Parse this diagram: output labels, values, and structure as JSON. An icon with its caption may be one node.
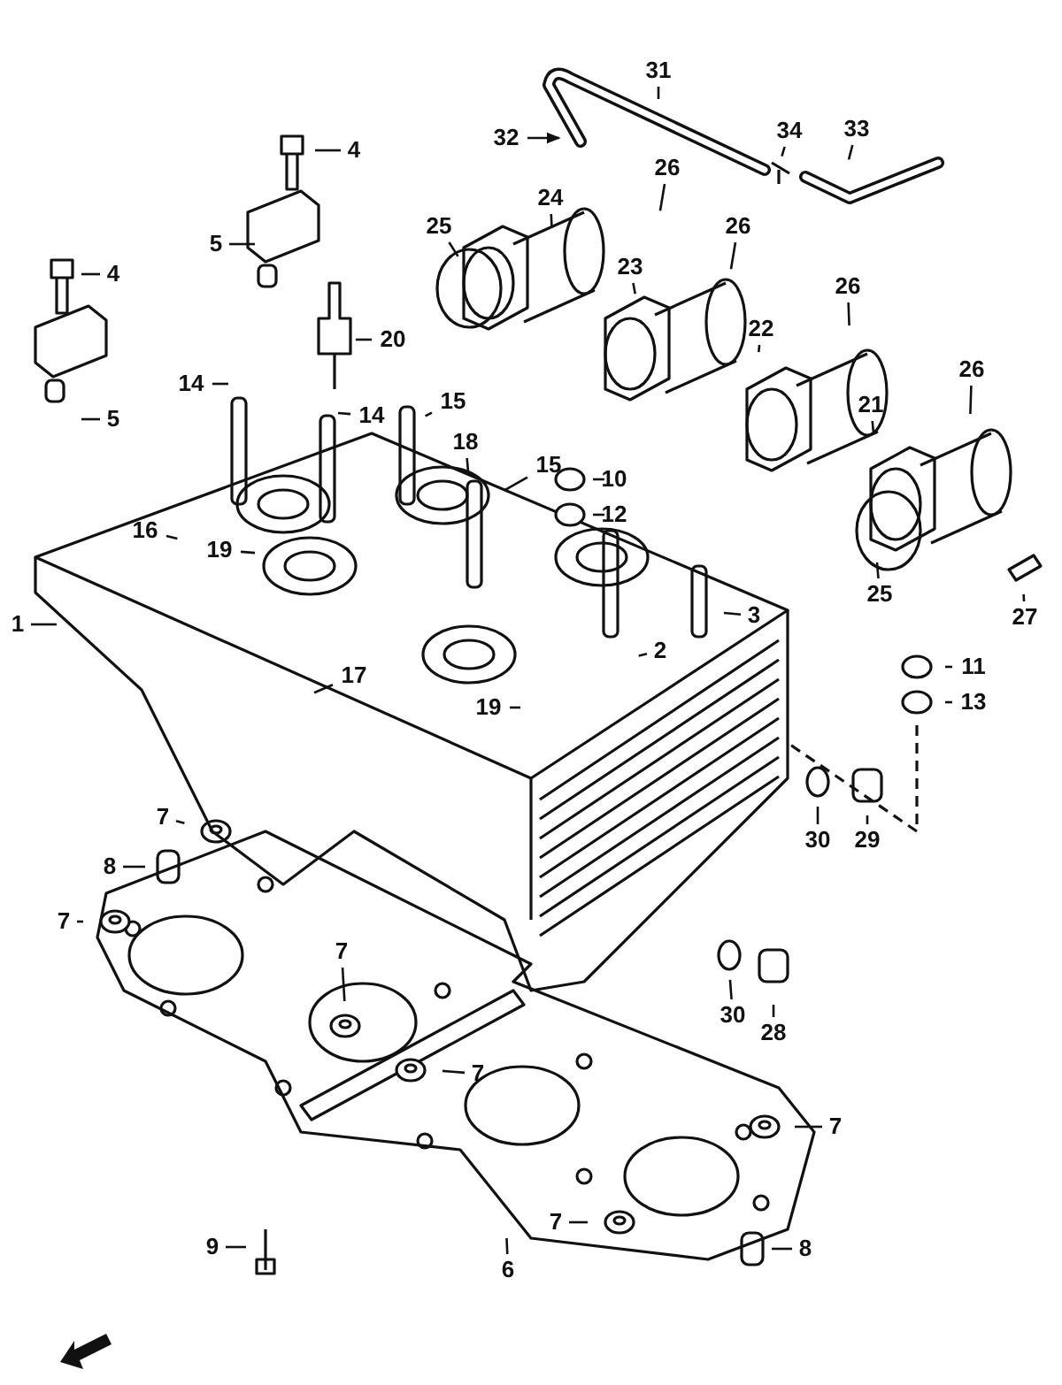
{
  "diagram": {
    "nodes": [
      {
        "text": [
          "31"
        ]
      },
      {
        "text": [
          "4"
        ]
      },
      {
        "text": [
          "32"
        ]
      },
      {
        "text": [
          "34"
        ]
      },
      {
        "text": [
          "33"
        ]
      },
      {
        "text": [
          "26"
        ]
      },
      {
        "text": [
          "24"
        ]
      },
      {
        "text": [
          "25"
        ]
      },
      {
        "text": [
          "26"
        ]
      },
      {
        "text": [
          "5"
        ]
      },
      {
        "text": [
          "4"
        ]
      },
      {
        "text": [
          "23"
        ]
      },
      {
        "text": [
          "26"
        ]
      },
      {
        "text": [
          "22"
        ]
      },
      {
        "text": [
          "20"
        ]
      },
      {
        "text": [
          "26"
        ]
      },
      {
        "text": [
          "14"
        ]
      },
      {
        "text": [
          "15"
        ]
      },
      {
        "text": [
          "21"
        ]
      },
      {
        "text": [
          "14"
        ]
      },
      {
        "text": [
          "5"
        ]
      },
      {
        "text": [
          "18"
        ]
      },
      {
        "text": [
          "15"
        ]
      },
      {
        "text": [
          "10"
        ]
      },
      {
        "text": [
          "12"
        ]
      },
      {
        "text": [
          "16"
        ]
      },
      {
        "text": [
          "19"
        ]
      },
      {
        "text": [
          "25"
        ]
      },
      {
        "text": [
          "3"
        ]
      },
      {
        "text": [
          "27"
        ]
      },
      {
        "text": [
          "1"
        ]
      },
      {
        "text": [
          "2"
        ]
      },
      {
        "text": [
          "11"
        ]
      },
      {
        "text": [
          "17"
        ]
      },
      {
        "text": [
          "13"
        ]
      },
      {
        "text": [
          "19"
        ]
      },
      {
        "text": [
          "7"
        ]
      },
      {
        "text": [
          "30"
        ]
      },
      {
        "text": [
          "29"
        ]
      },
      {
        "text": [
          "8"
        ]
      },
      {
        "text": [
          "7"
        ]
      },
      {
        "text": [
          "7"
        ]
      },
      {
        "text": [
          "30"
        ]
      },
      {
        "text": [
          "28"
        ]
      },
      {
        "text": [
          "7"
        ]
      },
      {
        "text": [
          "7"
        ]
      },
      {
        "text": [
          "6"
        ]
      },
      {
        "text": [
          "7"
        ]
      },
      {
        "text": [
          "9"
        ]
      },
      {
        "text": [
          "8"
        ]
      }
    ],
    "edges": [
      {
        "from": 0,
        "to": null,
        "arrow": "none"
      },
      {
        "from": 1,
        "to": null,
        "arrow": "none"
      },
      {
        "from": 2,
        "to": null,
        "arrow": "to"
      },
      {
        "from": 3,
        "to": null,
        "arrow": "none"
      },
      {
        "from": 4,
        "to": null,
        "arrow": "none"
      },
      {
        "from": 5,
        "to": null,
        "arrow": "none"
      },
      {
        "from": 6,
        "to": null,
        "arrow": "none"
      },
      {
        "from": 7,
        "to": null,
        "arrow": "none"
      },
      {
        "from": 8,
        "to": null,
        "arrow": "none"
      },
      {
        "from": 9,
        "to": null,
        "arrow": "none"
      },
      {
        "from": 10,
        "to": null,
        "arrow": "none"
      },
      {
        "from": 11,
        "to": null,
        "arrow": "none"
      },
      {
        "from": 12,
        "to": null,
        "arrow": "none"
      },
      {
        "from": 13,
        "to": null,
        "arrow": "none"
      },
      {
        "from": 14,
        "to": null,
        "arrow": "none"
      },
      {
        "from": 15,
        "to": null,
        "arrow": "none"
      },
      {
        "from": 16,
        "to": null,
        "arrow": "none"
      },
      {
        "from": 17,
        "to": null,
        "arrow": "none"
      },
      {
        "from": 18,
        "to": null,
        "arrow": "none"
      },
      {
        "from": 19,
        "to": null,
        "arrow": "none"
      },
      {
        "from": 20,
        "to": null,
        "arrow": "none"
      },
      {
        "from": 21,
        "to": null,
        "arrow": "none"
      },
      {
        "from": 22,
        "to": null,
        "arrow": "none"
      },
      {
        "from": 23,
        "to": null,
        "arrow": "none"
      },
      {
        "from": 24,
        "to": null,
        "arrow": "none"
      },
      {
        "from": 25,
        "to": null,
        "arrow": "none"
      },
      {
        "from": 26,
        "to": null,
        "arrow": "none"
      },
      {
        "from": 27,
        "to": null,
        "arrow": "none"
      },
      {
        "from": 28,
        "to": null,
        "arrow": "none"
      },
      {
        "from": 29,
        "to": null,
        "arrow": "none"
      },
      {
        "from": 30,
        "to": null,
        "arrow": "none"
      },
      {
        "from": 31,
        "to": null,
        "arrow": "none"
      },
      {
        "from": 32,
        "to": null,
        "arrow": "none"
      },
      {
        "from": 33,
        "to": null,
        "arrow": "none"
      },
      {
        "from": 34,
        "to": null,
        "arrow": "none"
      },
      {
        "from": 35,
        "to": null,
        "arrow": "none"
      },
      {
        "from": 36,
        "to": null,
        "arrow": "none"
      },
      {
        "from": 37,
        "to": null,
        "arrow": "none"
      },
      {
        "from": 38,
        "to": null,
        "arrow": "none"
      },
      {
        "from": 39,
        "to": null,
        "arrow": "none"
      },
      {
        "from": 40,
        "to": null,
        "arrow": "none"
      },
      {
        "from": 41,
        "to": null,
        "arrow": "none"
      },
      {
        "from": 42,
        "to": null,
        "arrow": "none"
      },
      {
        "from": 43,
        "to": null,
        "arrow": "none"
      },
      {
        "from": 44,
        "to": null,
        "arrow": "none"
      },
      {
        "from": 45,
        "to": null,
        "arrow": "none"
      },
      {
        "from": 46,
        "to": null,
        "arrow": "none"
      },
      {
        "from": 47,
        "to": null,
        "arrow": "none"
      },
      {
        "from": 48,
        "to": null,
        "arrow": "none"
      },
      {
        "from": 49,
        "to": null,
        "arrow": "none"
      }
    ]
  }
}
